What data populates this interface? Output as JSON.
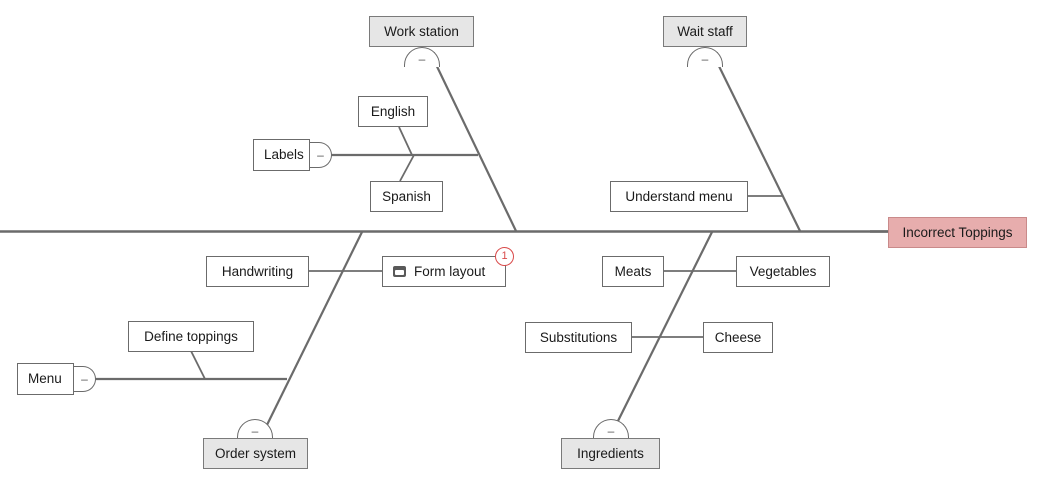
{
  "diagram": {
    "type": "fishbone-ishikawa",
    "effect": {
      "label": "Incorrect Toppings",
      "fill": "#e7adad",
      "border": "#c98a8a"
    },
    "spine_color": "#6b6b6b",
    "category_fill": "#e6e6e6",
    "collapse_glyph": "–",
    "categories": [
      {
        "id": "work-station",
        "label": "Work station",
        "side": "top",
        "causes": [
          {
            "id": "labels",
            "label": "Labels",
            "collapsible": true
          },
          {
            "id": "english",
            "label": "English"
          },
          {
            "id": "spanish",
            "label": "Spanish"
          }
        ]
      },
      {
        "id": "wait-staff",
        "label": "Wait staff",
        "side": "top",
        "causes": [
          {
            "id": "understand-menu",
            "label": "Understand menu"
          }
        ]
      },
      {
        "id": "order-system",
        "label": "Order system",
        "side": "bottom",
        "causes": [
          {
            "id": "handwriting",
            "label": "Handwriting"
          },
          {
            "id": "form-layout",
            "label": "Form layout",
            "icon": "note-icon",
            "badge": "1"
          },
          {
            "id": "menu",
            "label": "Menu",
            "collapsible": true
          },
          {
            "id": "define-toppings",
            "label": "Define toppings"
          }
        ]
      },
      {
        "id": "ingredients",
        "label": "Ingredients",
        "side": "bottom",
        "causes": [
          {
            "id": "meats",
            "label": "Meats"
          },
          {
            "id": "vegetables",
            "label": "Vegetables"
          },
          {
            "id": "substitutions",
            "label": "Substitutions"
          },
          {
            "id": "cheese",
            "label": "Cheese"
          }
        ]
      }
    ]
  }
}
